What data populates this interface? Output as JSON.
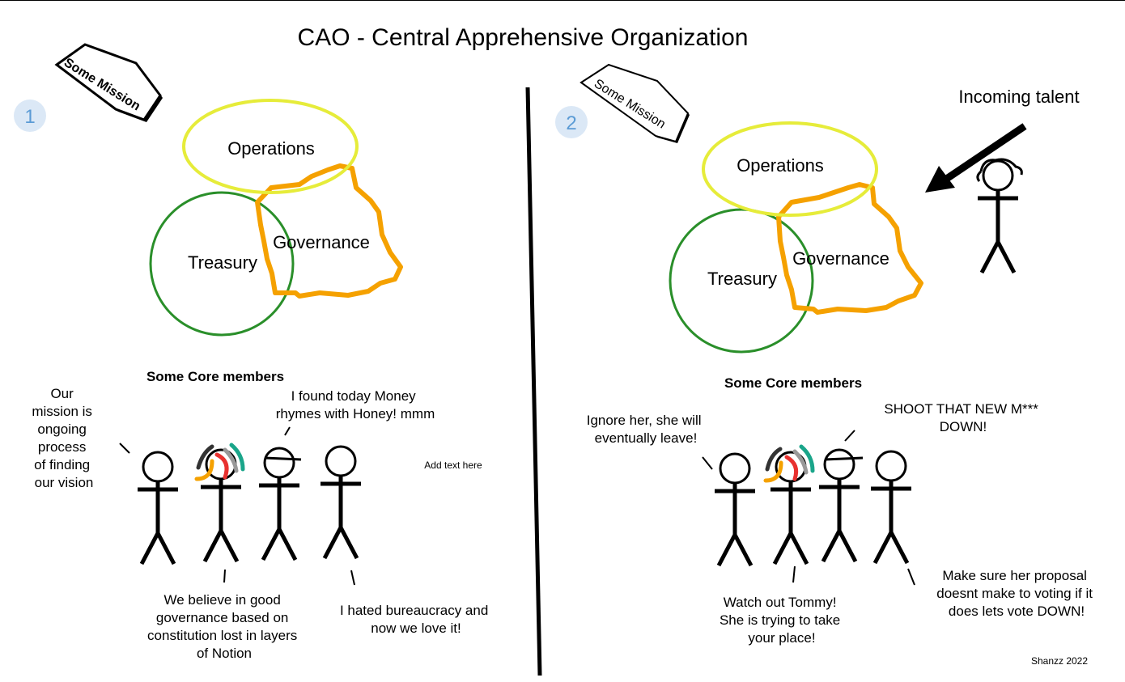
{
  "title": "CAO  - Central Apprehensive Organization",
  "panel1": {
    "number": "1",
    "mission_tag": "Some Mission",
    "circles": {
      "operations": "Operations",
      "governance": "Governance",
      "treasury": "Treasury"
    },
    "core_heading": "Some Core members",
    "quotes": {
      "mission": [
        "Our",
        "mission is",
        "ongoing",
        "process",
        "of finding",
        "our vision"
      ],
      "money": [
        "I found today Money",
        "rhymes with Honey! mmm"
      ],
      "governance": [
        "We believe in good",
        "governance based on",
        "constitution lost in layers",
        "of Notion"
      ],
      "bureaucracy": [
        "I hated bureaucracy and",
        "now we love it!"
      ]
    },
    "placeholder": "Add text here"
  },
  "panel2": {
    "number": "2",
    "mission_tag": "Some Mission",
    "incoming_label": "Incoming talent",
    "circles": {
      "operations": "Operations",
      "governance": "Governance",
      "treasury": "Treasury"
    },
    "core_heading": "Some Core members",
    "quotes": {
      "ignore": [
        "Ignore her, she will",
        "eventually leave!"
      ],
      "shoot": [
        "SHOOT THAT NEW M***",
        "DOWN!"
      ],
      "watch": [
        "Watch out Tommy!",
        "She is trying to take",
        "your place!"
      ],
      "proposal": [
        "Make sure her proposal",
        "doesnt make to voting if it",
        "does lets vote DOWN!"
      ]
    }
  },
  "signature": "Shanzz 2022",
  "colors": {
    "operations": "#e6ec3a",
    "governance": "#f5a100",
    "treasury": "#2a8f2a",
    "badge": "#dbe8f6",
    "badge_text": "#5b9bd5"
  }
}
